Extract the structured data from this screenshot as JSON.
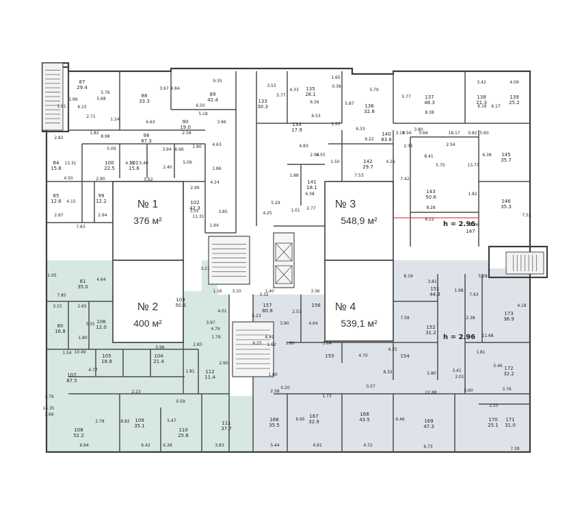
{
  "colors": {
    "wall": "#3a3a3a",
    "thin": "#5a5a5a",
    "zone2_fill": "#d7e8e3",
    "zone4_fill": "#dde3e9",
    "stair_fill": "#f2f2f2",
    "zone_box": "#ffffff",
    "red_line": "#d94b4b"
  },
  "zones": [
    {
      "id": "z1",
      "number": "№ 1",
      "area": "376 м²"
    },
    {
      "id": "z2",
      "number": "№ 2",
      "area": "400 м²"
    },
    {
      "id": "z3",
      "number": "№ 3",
      "area": "548,9 м²"
    },
    {
      "id": "z4",
      "number": "№ 4",
      "area": "539,1 м²"
    }
  ],
  "heights": [
    "h = 2.96",
    "h = 2.96"
  ],
  "rooms": [
    {
      "n": "87",
      "a": "29.4"
    },
    {
      "n": "88",
      "a": "33.3"
    },
    {
      "n": "89",
      "a": "42.4"
    },
    {
      "n": "90",
      "a": "19.0"
    },
    {
      "n": "98",
      "a": "87.3"
    },
    {
      "n": "100",
      "a": "22.5"
    },
    {
      "n": "101",
      "a": "15.8"
    },
    {
      "n": "84",
      "a": "15.8"
    },
    {
      "n": "85",
      "a": "12.6"
    },
    {
      "n": "99",
      "a": "12.2"
    },
    {
      "n": "102",
      "a": "42.3"
    },
    {
      "n": "133",
      "a": "30.3"
    },
    {
      "n": "135",
      "a": "28.1"
    },
    {
      "n": "136",
      "a": "32.8"
    },
    {
      "n": "137",
      "a": "48.3"
    },
    {
      "n": "138",
      "a": "21.3"
    },
    {
      "n": "139",
      "a": "25.2"
    },
    {
      "n": "134",
      "a": "17.9"
    },
    {
      "n": "140",
      "a": "83.6"
    },
    {
      "n": "142",
      "a": "29.7"
    },
    {
      "n": "143",
      "a": "50.6"
    },
    {
      "n": "145",
      "a": "35.7"
    },
    {
      "n": "146",
      "a": "35.3"
    },
    {
      "n": "141",
      "a": "18.1"
    },
    {
      "n": "147",
      "a": ""
    },
    {
      "n": "81",
      "a": "35.0"
    },
    {
      "n": "80",
      "a": "16.8"
    },
    {
      "n": "103",
      "a": "50.6"
    },
    {
      "n": "105",
      "a": "18.9"
    },
    {
      "n": "104",
      "a": "21.4"
    },
    {
      "n": "107",
      "a": "87.5"
    },
    {
      "n": "106",
      "a": "12.0"
    },
    {
      "n": "108",
      "a": "52.2"
    },
    {
      "n": "109",
      "a": "35.1"
    },
    {
      "n": "110",
      "a": "25.6"
    },
    {
      "n": "111",
      "a": "37.7"
    },
    {
      "n": "112",
      "a": "11.4"
    },
    {
      "n": "151",
      "a": "44.3"
    },
    {
      "n": "152",
      "a": "31.2"
    },
    {
      "n": "154",
      "a": ""
    },
    {
      "n": "155",
      "a": ""
    },
    {
      "n": "156",
      "a": ""
    },
    {
      "n": "157",
      "a": "80.8"
    },
    {
      "n": "173",
      "a": "36.9"
    },
    {
      "n": "172",
      "a": "32.2"
    },
    {
      "n": "166",
      "a": "35.5"
    },
    {
      "n": "167",
      "a": "32.9"
    },
    {
      "n": "168",
      "a": "43.5"
    },
    {
      "n": "169",
      "a": "47.3"
    },
    {
      "n": "170",
      "a": "25.1"
    },
    {
      "n": "171",
      "a": "31.0"
    }
  ],
  "dims": [
    "9.35",
    "5.76",
    "6.15",
    "5.68",
    "3.67",
    "4.84",
    "6.50",
    "5.18",
    "3.96",
    "6.63",
    "1.24",
    "2.71",
    "1.96",
    "1.81",
    "1.82",
    "8.98",
    "2.58",
    "1.80",
    "6.96",
    "4.63",
    "2.82",
    "5.09",
    "4.35",
    "5.40",
    "5.62",
    "3.94",
    "2.40",
    "13.31",
    "4.50",
    "2.90",
    "4.15",
    "2.87",
    "2.94",
    "7.83",
    "2.99",
    "4.24",
    "3.85",
    "1.86",
    "11.31",
    "1.94",
    "5.09",
    "3.55",
    "3.53",
    "4.33",
    "5.77",
    "6.56",
    "5.79",
    "5.87",
    "5.77",
    "8.38",
    "3.42",
    "4.09",
    "6.16",
    "6.17",
    "6.53",
    "1.57",
    "6.33",
    "6.22",
    "4.83",
    "5.60",
    "5.70",
    "8.41",
    "13.77",
    "6.38",
    "7.42",
    "7.53",
    "2.95",
    "4.55",
    "1.50",
    "4.26",
    "8.28",
    "8.22",
    "1.82",
    "2.36",
    "7.52",
    "5.29",
    "4.25",
    "1.01",
    "2.77",
    "1.88",
    "6.38",
    "1.65",
    "0.38",
    "1.05",
    "7.85",
    "3.15",
    "2.65",
    "4.64",
    "3.35",
    "1.80",
    "1.54",
    "10.49",
    "4.77",
    "5.96",
    "3.21",
    "2.83",
    "1.81",
    "4.79",
    "1.79",
    "3.97",
    "4.01",
    "2.90",
    "1.16",
    "3.10",
    "5.23",
    "3.32",
    "1.62",
    "1.80",
    "2.53",
    "1.40",
    "3.90",
    "3.36",
    "4.64",
    "4.35",
    "8.32",
    "5.80",
    "4.70",
    "7.58",
    "3.81",
    "8.19",
    "5.28",
    "4.18",
    "7.63",
    "2.38",
    "1.81",
    "11.68",
    "5.46",
    "3.76",
    "5.60",
    "2.55",
    "3.41",
    "2.01",
    "1.98",
    "0.57",
    "22.88",
    "2.23",
    "14.35",
    "3.66",
    "3.79",
    "2.78",
    "6.94",
    "8.82",
    "6.42",
    "5.47",
    "6.38",
    "3.83",
    "5.44",
    "4.91",
    "4.72",
    "6.73",
    "7.39",
    "4.49",
    "0.59",
    "1.80",
    "0.20",
    "1.73",
    "2.58",
    "6.46",
    "6.95",
    "6.25",
    "3.64",
    "2.35",
    "3.18",
    "0.56",
    "0.66",
    "18.17",
    "0.82",
    "2.56",
    "3.80",
    "2.46"
  ]
}
